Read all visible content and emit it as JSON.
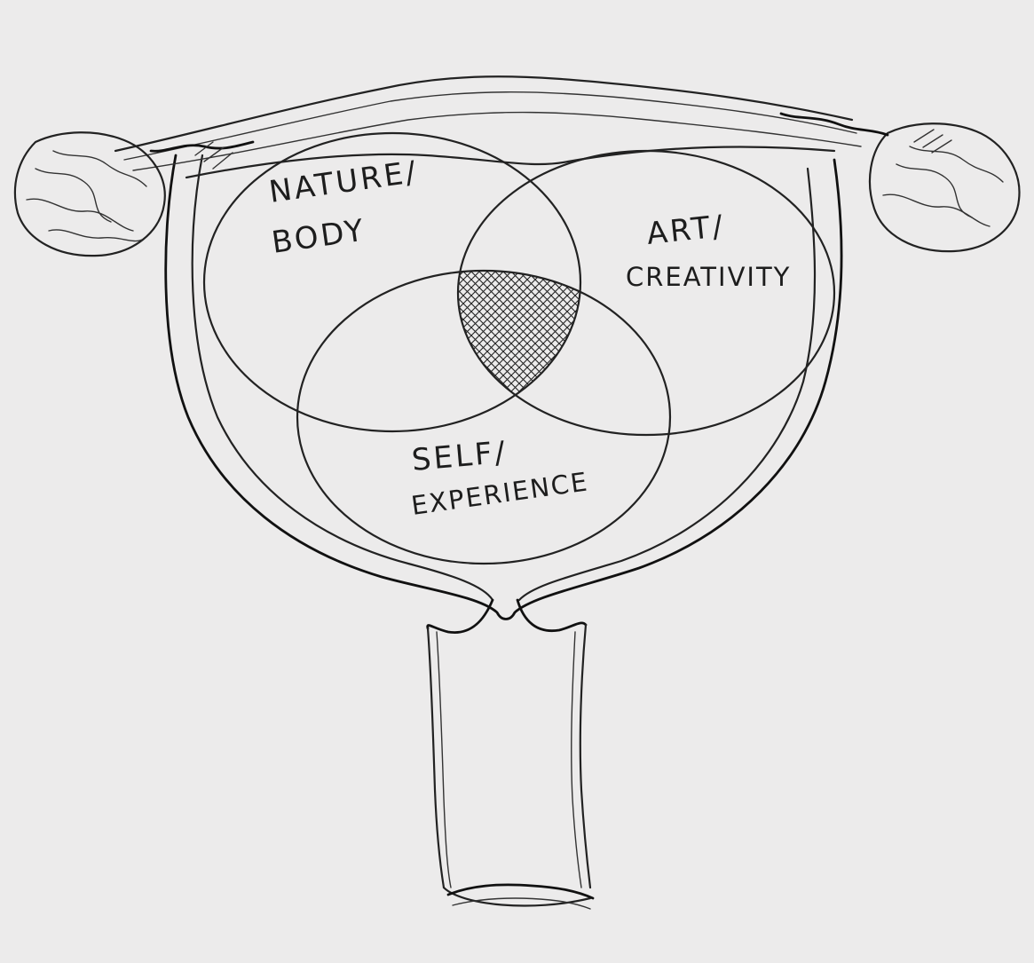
{
  "diagram": {
    "type": "venn",
    "sets": [
      {
        "id": "nature-body",
        "label_lines": [
          "NATURE/",
          "BODY"
        ]
      },
      {
        "id": "art-creativity",
        "label_lines": [
          "ART/",
          "CREATIVITY"
        ]
      },
      {
        "id": "self-experience",
        "label_lines": [
          "SELF/",
          "EXPERIENCE"
        ]
      }
    ],
    "highlighted_region": "intersection of all three sets (cross-hatched)",
    "frame": "uterus outline with fallopian tubes and ovaries"
  },
  "colors": {
    "paper": "#ecebeb",
    "ink": "#222222"
  }
}
